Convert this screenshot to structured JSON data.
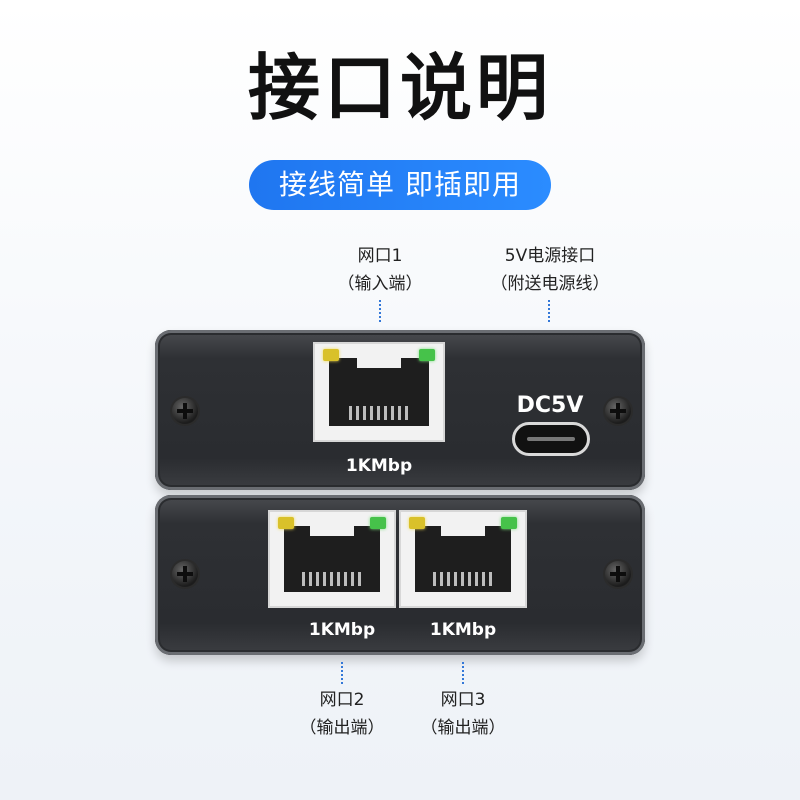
{
  "header": {
    "title": "接口说明",
    "subtitle": "接线简单 即插即用"
  },
  "labels": {
    "port1": {
      "line1": "网口1",
      "line2": "（输入端）"
    },
    "power": {
      "line1": "5V电源接口",
      "line2": "（附送电源线）"
    },
    "port2": {
      "line1": "网口2",
      "line2": "（输出端）"
    },
    "port3": {
      "line1": "网口3",
      "line2": "（输出端）"
    }
  },
  "device_top": {
    "port1_speed": "1KMbp",
    "power_label": "DC5V"
  },
  "device_bottom": {
    "port2_speed": "1KMbp",
    "port3_speed": "1KMbp"
  },
  "icons": {
    "screw": "screw-icon",
    "rj45": "ethernet-port-icon",
    "usb_c": "usb-c-port-icon"
  },
  "colors": {
    "accent": "#2b8cff",
    "device_body": "#2e3034",
    "led_yellow": "#d9c12a",
    "led_green": "#46c24a"
  }
}
